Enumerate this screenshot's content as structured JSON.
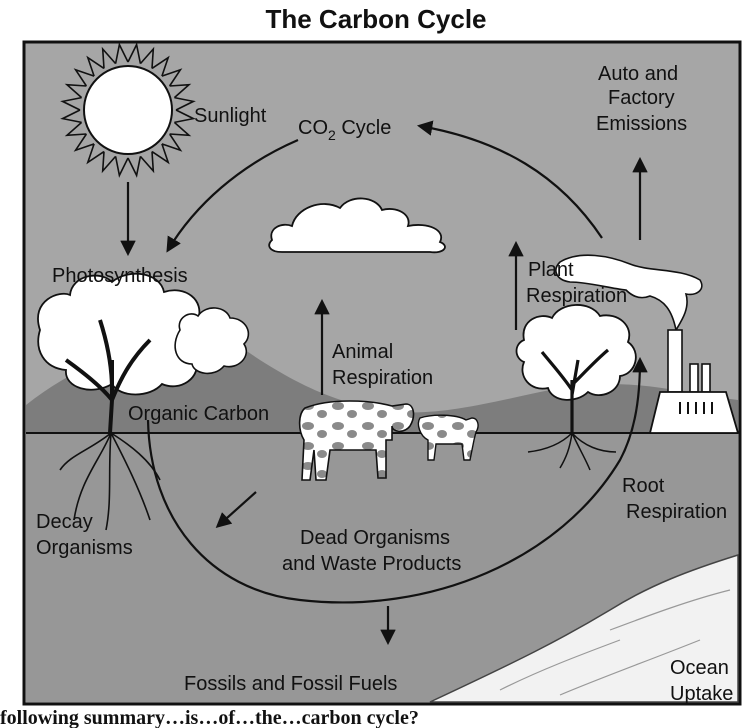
{
  "title": "The Carbon Cycle",
  "labels": {
    "sunlight": "Sunlight",
    "co2_cycle_prefix": "CO",
    "co2_cycle_sub": "2",
    "co2_cycle_suffix": " Cycle",
    "auto_emissions_line1": "Auto and",
    "auto_emissions_line2": "Factory",
    "auto_emissions_line3": "Emissions",
    "photosynthesis": "Photosynthesis",
    "plant_respiration_line1": "Plant",
    "plant_respiration_line2": "Respiration",
    "animal_respiration_line1": "Animal",
    "animal_respiration_line2": "Respiration",
    "organic_carbon": "Organic Carbon",
    "root_respiration_line1": "Root",
    "root_respiration_line2": "Respiration",
    "decay_organisms_line1": "Decay",
    "decay_organisms_line2": "Organisms",
    "dead_organisms_line1": "Dead Organisms",
    "dead_organisms_line2": "and Waste Products",
    "fossils": "Fossils and Fossil Fuels",
    "ocean_uptake_line1": "Ocean",
    "ocean_uptake_line2": "Uptake"
  },
  "footer_partial": "following summary…is…of…the…carbon cycle?"
}
